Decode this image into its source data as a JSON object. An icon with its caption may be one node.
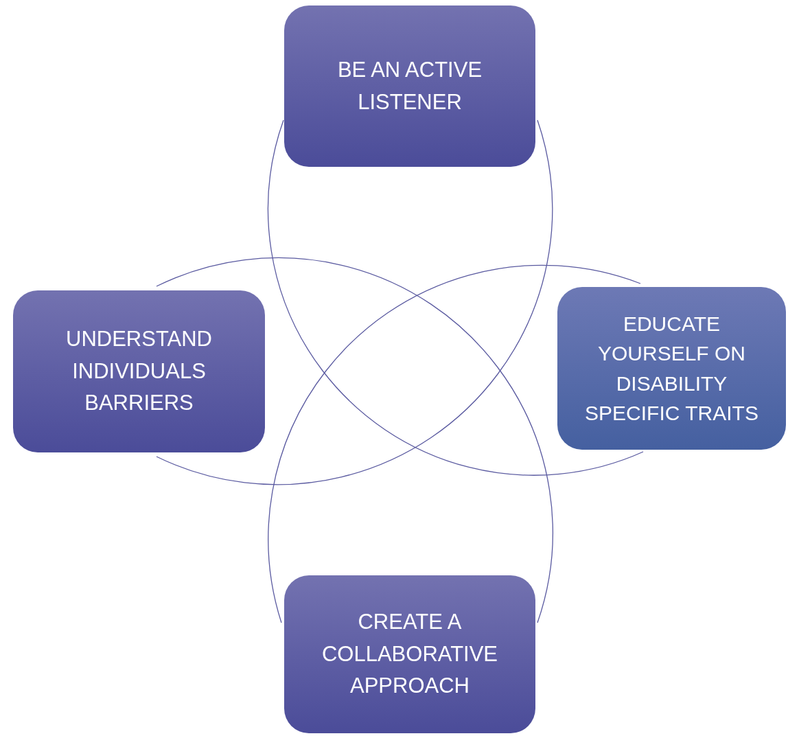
{
  "diagram": {
    "nodes": [
      {
        "text": [
          "BE AN ACTIVE LISTENER"
        ]
      },
      {
        "text": [
          "UNDERSTAND INDIVIDUALS BARRIERS"
        ]
      },
      {
        "text": [
          "EDUCATE YOURSELF ON DISABILITY SPECIFIC TRAITS"
        ]
      },
      {
        "text": [
          "CREATE A COLLABORATIVE APPROACH"
        ]
      }
    ],
    "edges": [
      {
        "from": 0,
        "to": 2,
        "arrow": "none"
      },
      {
        "from": 0,
        "to": 1,
        "arrow": "none"
      },
      {
        "from": 1,
        "to": 3,
        "arrow": "none"
      },
      {
        "from": 2,
        "to": 3,
        "arrow": "none"
      }
    ]
  }
}
